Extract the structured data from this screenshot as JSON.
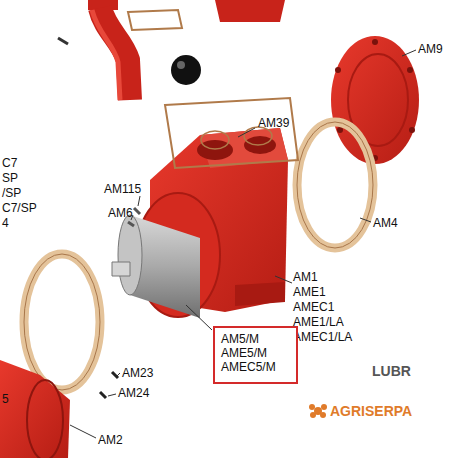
{
  "diagram": {
    "nodes": [
      {
        "text": [
          "AM5/M AME5/M AMEC5/M"
        ]
      }
    ],
    "edges": [],
    "labels": [
      "AM9",
      "AM39",
      "C7",
      "SP",
      "/SP",
      "C7/SP",
      "AM115",
      "AM6",
      "4",
      "AM4",
      "AM1",
      "AME1",
      "AMEC1",
      "AME1/LA",
      "AMEC1/LA",
      "AM23",
      "AM24",
      "LUBR",
      "5",
      "AGRISERPA",
      "AM2"
    ]
  }
}
